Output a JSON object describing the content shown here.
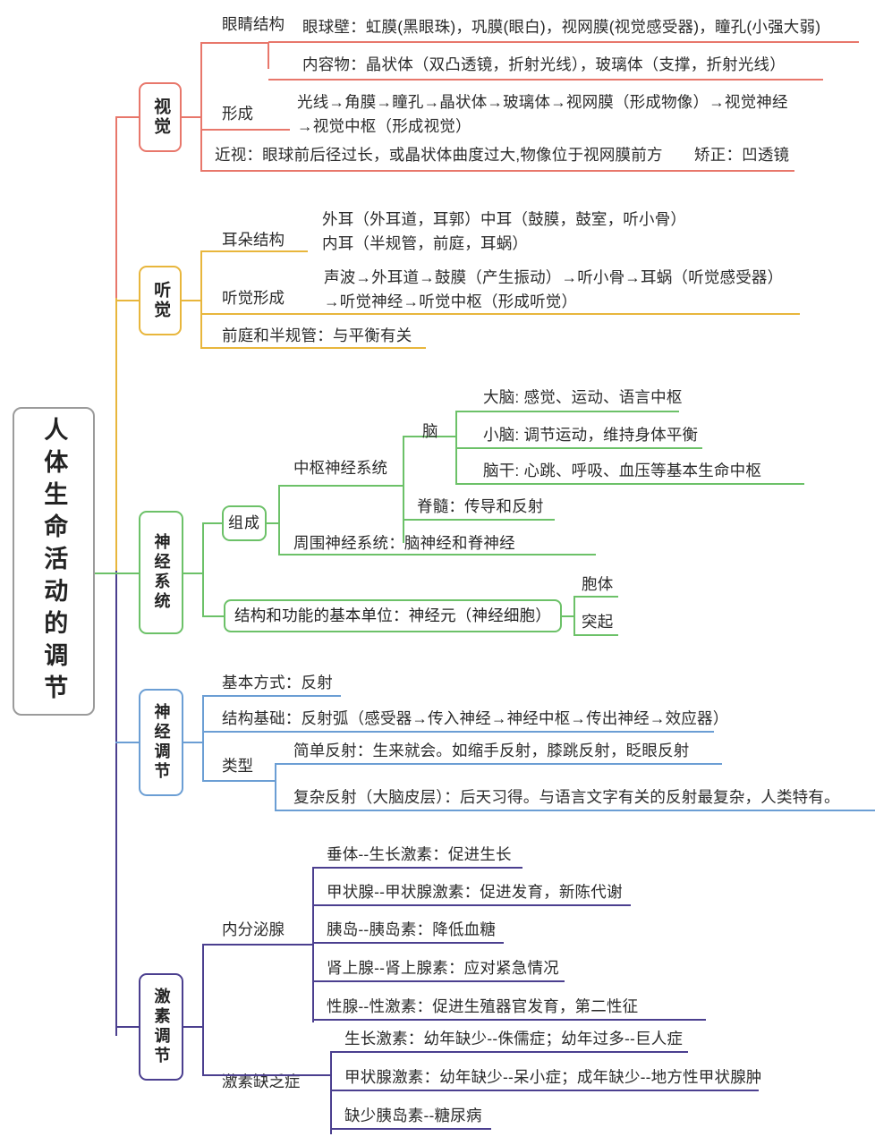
{
  "title": "人体生命活动的调节",
  "root": {
    "label": "人体生命活动的调节"
  },
  "colors": {
    "root": "#9b9b9b",
    "vision": "#e8776b",
    "hearing": "#e8b63c",
    "nervous_system": "#6cc168",
    "nervous_regulation": "#6b9ed4",
    "hormone": "#4b3f8f"
  },
  "branches": [
    {
      "id": "vision",
      "label": "视觉",
      "color": "#e8776b",
      "children": [
        {
          "label": "眼睛结构",
          "items": [
            "眼球壁：虹膜(黑眼珠)，巩膜(眼白)，视网膜(视觉感受器)，瞳孔(小强大弱)",
            "内容物：晶状体（双凸透镜，折射光线），玻璃体（支撑，折射光线）"
          ]
        },
        {
          "label": "形成",
          "items": [
            "光线→角膜→瞳孔→晶状体→玻璃体→视网膜（形成物像）→视觉神经→视觉中枢（形成视觉）"
          ]
        },
        {
          "label": "",
          "items": [
            "近视：眼球前后径过长，或晶状体曲度过大,物像位于视网膜前方　　矫正：凹透镜"
          ]
        }
      ]
    },
    {
      "id": "hearing",
      "label": "听觉",
      "color": "#e8b63c",
      "children": [
        {
          "label": "耳朵结构",
          "items": [
            "外耳（外耳道，耳郭）中耳（鼓膜，鼓室，听小骨）内耳（半规管，前庭，耳蜗）"
          ]
        },
        {
          "label": "听觉形成",
          "items": [
            "声波→外耳道→鼓膜（产生振动）→听小骨→耳蜗（听觉感受器）→听觉神经→听觉中枢（形成听觉）"
          ]
        },
        {
          "label": "",
          "items": [
            "前庭和半规管：与平衡有关"
          ]
        }
      ]
    },
    {
      "id": "nervous_system",
      "label": "神经系统",
      "color": "#6cc168",
      "children": [
        {
          "label": "组成",
          "items": [
            "中枢神经系统",
            "周围神经系统：脑神经和脊神经"
          ],
          "sub": {
            "label": "脑",
            "items": [
              "大脑: 感觉、运动、语言中枢",
              "小脑: 调节运动，维持身体平衡",
              "脑干: 心跳、呼吸、血压等基本生命中枢"
            ],
            "sibling": "脊髓：传导和反射"
          }
        },
        {
          "label": "",
          "items": [
            "结构和功能的基本单位：神经元（神经细胞）"
          ],
          "tail": [
            "胞体",
            "突起"
          ]
        }
      ]
    },
    {
      "id": "nervous_regulation",
      "label": "神经调节",
      "color": "#6b9ed4",
      "children": [
        {
          "label": "",
          "items": [
            "基本方式：反射"
          ]
        },
        {
          "label": "",
          "items": [
            "结构基础：反射弧（感受器→传入神经→神经中枢→传出神经→效应器）"
          ]
        },
        {
          "label": "类型",
          "items": [
            "简单反射：生来就会。如缩手反射，膝跳反射，眨眼反射",
            "复杂反射（大脑皮层）：后天习得。与语言文字有关的反射最复杂，人类特有。"
          ]
        }
      ]
    },
    {
      "id": "hormone",
      "label": "激素调节",
      "color": "#4b3f8f",
      "children": [
        {
          "label": "内分泌腺",
          "items": [
            "垂体--生长激素：促进生长",
            "甲状腺--甲状腺激素：促进发育，新陈代谢",
            "胰岛--胰岛素：降低血糖",
            "肾上腺--肾上腺素：应对紧急情况",
            "性腺--性激素：促进生殖器官发育，第二性征"
          ]
        },
        {
          "label": "激素缺乏症",
          "items": [
            "生长激素：幼年缺少--侏儒症；幼年过多--巨人症",
            "甲状腺激素：幼年缺少--呆小症；成年缺少--地方性甲状腺肿",
            "缺少胰岛素--糖尿病"
          ]
        }
      ]
    }
  ]
}
